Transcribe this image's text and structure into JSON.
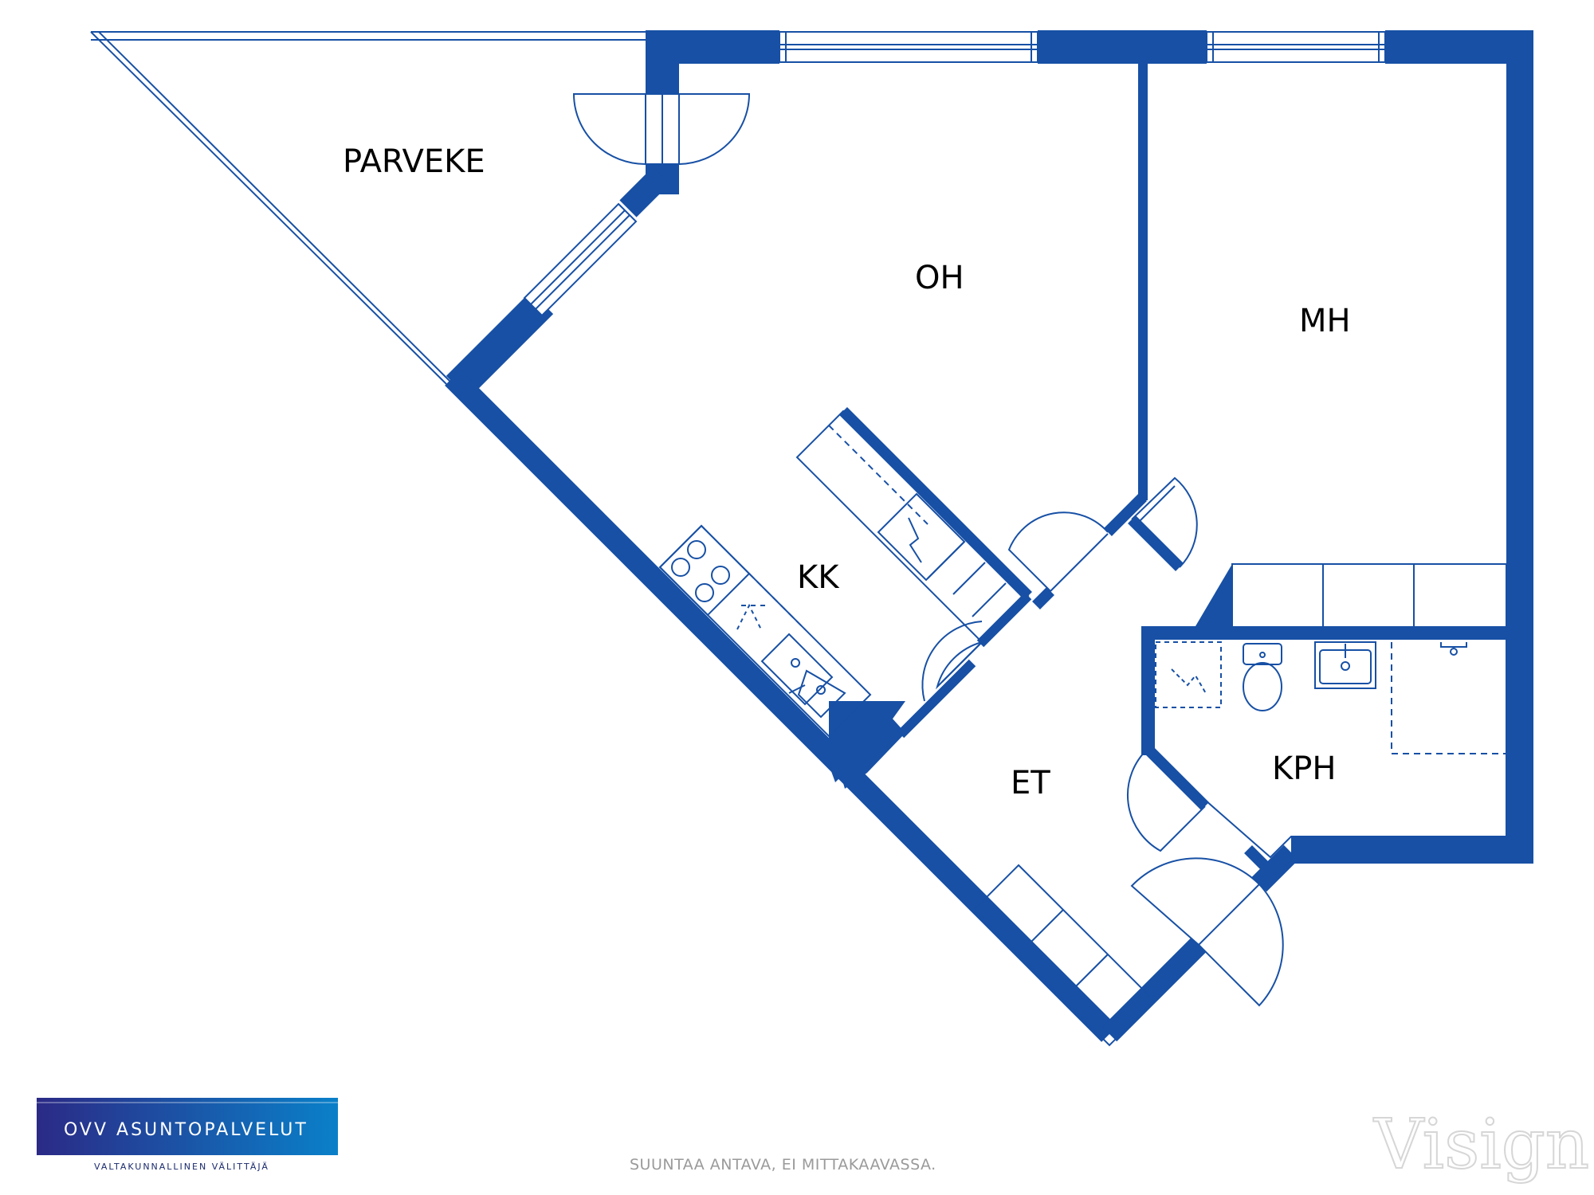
{
  "plan": {
    "rooms": {
      "parveke": "PARVEKE",
      "oh": "OH",
      "mh": "MH",
      "kk": "KK",
      "et": "ET",
      "kph": "KPH"
    },
    "wall_color": "#1750a5",
    "line_color": "#1750a5"
  },
  "logo": {
    "title": "OVV ASUNTOPALVELUT",
    "subtitle": "VALTAKUNNALLINEN VÄLITTÄJÄ",
    "gradient_start": "#2a2a8a",
    "gradient_end": "#0a7fc8"
  },
  "footer": {
    "disclaimer": "SUUNTAA ANTAVA, EI MITTAKAAVASSA."
  },
  "watermark": {
    "text": "Visign"
  }
}
